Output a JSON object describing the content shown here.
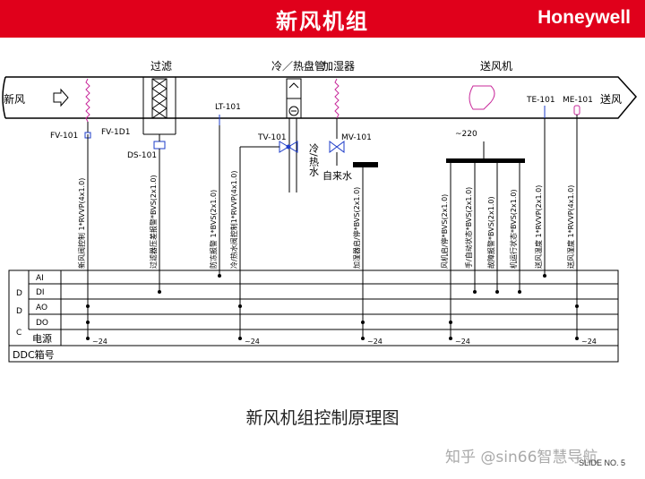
{
  "header": {
    "title": "新风机组",
    "logo": "Honeywell"
  },
  "colors": {
    "header_bg": "#e0001b",
    "line": "#000000",
    "sensor": "#1e3cc8",
    "valve": "#c8289a"
  },
  "duct": {
    "inlet_label": "新风",
    "outlet_label": "送风"
  },
  "sections": {
    "filter": "过滤",
    "coil": "冷／热盘管",
    "humidifier": "加湿器",
    "fan": "送风机"
  },
  "devices": {
    "fv101": "FV-101",
    "fv1d1": "FV-1D1",
    "ds101": "DS-101",
    "lt101": "LT-101",
    "tv101": "TV-101",
    "mv101": "MV-101",
    "te101": "TE-101",
    "me101": "ME-101",
    "power220": "~220",
    "water_chw": "冷/热水",
    "water_city": "自来水"
  },
  "signals": [
    "新风阀控制 1*RVVP(4x1.0)",
    "过滤器压差报警*BVS(2x1.0)",
    "防冻报警 1*BVS(2x1.0)",
    "冷/热水阀控制1*RVVP(4x1.0)",
    "加湿器启/停*BVS(2x1.0)",
    "风机启/停*BVS(2x1.0)",
    "手/自动状态*BVS(2x1.0)",
    "故障报警*BVS(2x1.0)",
    "机运行状态*BVS(2x1.0)",
    "送风温度 1*RVVP(2x1.0)",
    "送风湿度 1*RVVP(4x1.0)"
  ],
  "ddc": {
    "rows": [
      "AI",
      "DI",
      "AO",
      "DO",
      "电源"
    ],
    "group_labels": [
      "D",
      "D",
      "C"
    ],
    "footer_label": "DDC箱号",
    "power": [
      "~24",
      "~24",
      "~24",
      "~24",
      "~24"
    ]
  },
  "caption": "新风机组控制原理图",
  "watermark": "知乎 @sin66智慧导航",
  "slide_no": "SLIDE NO. 5"
}
